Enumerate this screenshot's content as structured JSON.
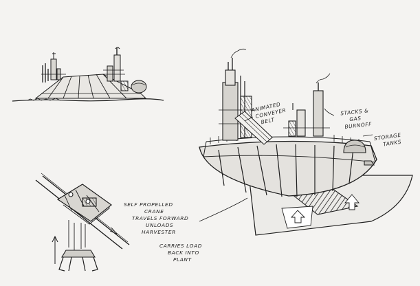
{
  "sheet": {
    "paper_color": "#f4f3f1",
    "ink_color": "#1e1e1e",
    "annotations": {
      "conveyor": [
        "ANIMATED",
        "CONVEYER",
        "BELT"
      ],
      "stacks": [
        "STACKS &",
        "GAS",
        "BURNOFF"
      ],
      "storage": [
        "STORAGE",
        "TANKS"
      ],
      "crane": [
        "SELF PROPELLED",
        "CRANE",
        "TRAVELS FORWARD",
        "UNLOADS",
        "HARVESTER"
      ],
      "load": [
        "CARRIES LOAD",
        "BACK INTO",
        "PLANT"
      ]
    }
  }
}
